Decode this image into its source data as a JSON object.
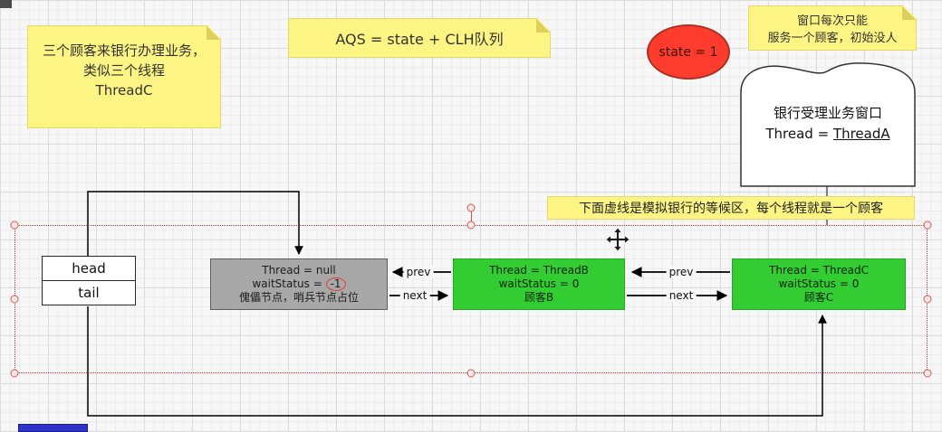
{
  "colors": {
    "canvas_bg": "#f7f7f7",
    "note_yellow": "#fcf483",
    "state_red": "#fd3c2d",
    "node_green": "#33cc33",
    "node_gray": "#a8a8a8",
    "selection_red": "#a33b32",
    "bottom_blue": "#2d33cb",
    "arrow_black": "#000000"
  },
  "icons": {
    "move_cursor_icon": "four-way-move-arrow",
    "note_fold_icon": "folded-corner-triangle"
  },
  "notes": {
    "customers": {
      "line1": "三个顾客来银行办理业务，",
      "line2": "类似三个线程",
      "line3": "ThreadC"
    },
    "aqs": {
      "text": "AQS = state + CLH队列"
    },
    "window_rule": {
      "line1": "窗口每次只能",
      "line2": "服务一个顾客，初始没人"
    },
    "waiting_area": {
      "text": "下面虚线是模拟银行的等候区，每个线程就是一个顾客"
    }
  },
  "state_badge": {
    "text": "state = 1"
  },
  "bank_window": {
    "title": "银行受理业务窗口",
    "thread_prefix": "Thread = ",
    "thread_name": "ThreadA"
  },
  "pointer_table": {
    "head": "head",
    "tail": "tail"
  },
  "queue_nodes": {
    "sentinel": {
      "thread": "Thread = null",
      "wait_status_prefix": "waitStatus = ",
      "wait_status_value": "-1",
      "caption": "傀儡节点，哨兵节点占位"
    },
    "node_b": {
      "thread": "Thread = ThreadB",
      "wait_status": "waitStatus = 0",
      "caption": "顾客B"
    },
    "node_c": {
      "thread": "Thread = ThreadC",
      "wait_status": "waitStatus = 0",
      "caption": "顾客C"
    }
  },
  "edge_labels": {
    "prev": "prev",
    "next": "next"
  }
}
